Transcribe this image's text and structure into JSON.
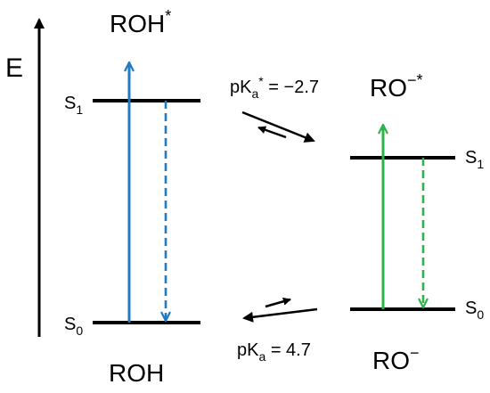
{
  "energy_axis": {
    "label": "E"
  },
  "left_species": {
    "excited": {
      "text": "ROH",
      "sup": "*"
    },
    "ground": {
      "text": "ROH"
    },
    "s1_label": {
      "main": "S",
      "sub": "1"
    },
    "s0_label": {
      "main": "S",
      "sub": "0"
    },
    "color": "#1f7bc4"
  },
  "right_species": {
    "excited": {
      "text": "RO",
      "sup": "−*"
    },
    "ground": {
      "text": "RO",
      "sup": "−"
    },
    "s1_label": {
      "main": "S",
      "sub": "1"
    },
    "s0_label": {
      "main": "S",
      "sub": "0"
    },
    "color": "#2db34a"
  },
  "equilibria": {
    "excited": {
      "prefix": "pK",
      "sub": "a",
      "sup": "*",
      "value": " = −2.7"
    },
    "ground": {
      "prefix": "pK",
      "sub": "a",
      "value": " = 4.7"
    }
  }
}
